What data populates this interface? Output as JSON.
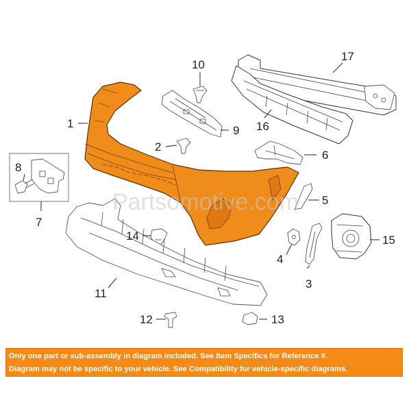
{
  "watermark": "Partsomotive.com",
  "callouts": {
    "c1": "1",
    "c2": "2",
    "c3": "3",
    "c4": "4",
    "c5": "5",
    "c6": "6",
    "c7": "7",
    "c8": "8",
    "c9": "9",
    "c10": "10",
    "c11": "11",
    "c12": "12",
    "c13": "13",
    "c14": "14",
    "c15": "15",
    "c16": "16",
    "c17": "17"
  },
  "disclaimer": {
    "line1": "Only one part or sub-assembly in diagram included. See Item Specifics for Reference #.",
    "line2": "Diagram may not be specific to your vehicle. See Compatibility for vehicle-specific diagrams."
  },
  "colors": {
    "highlight_part": "#f08c1a",
    "banner": "#f58a16"
  }
}
